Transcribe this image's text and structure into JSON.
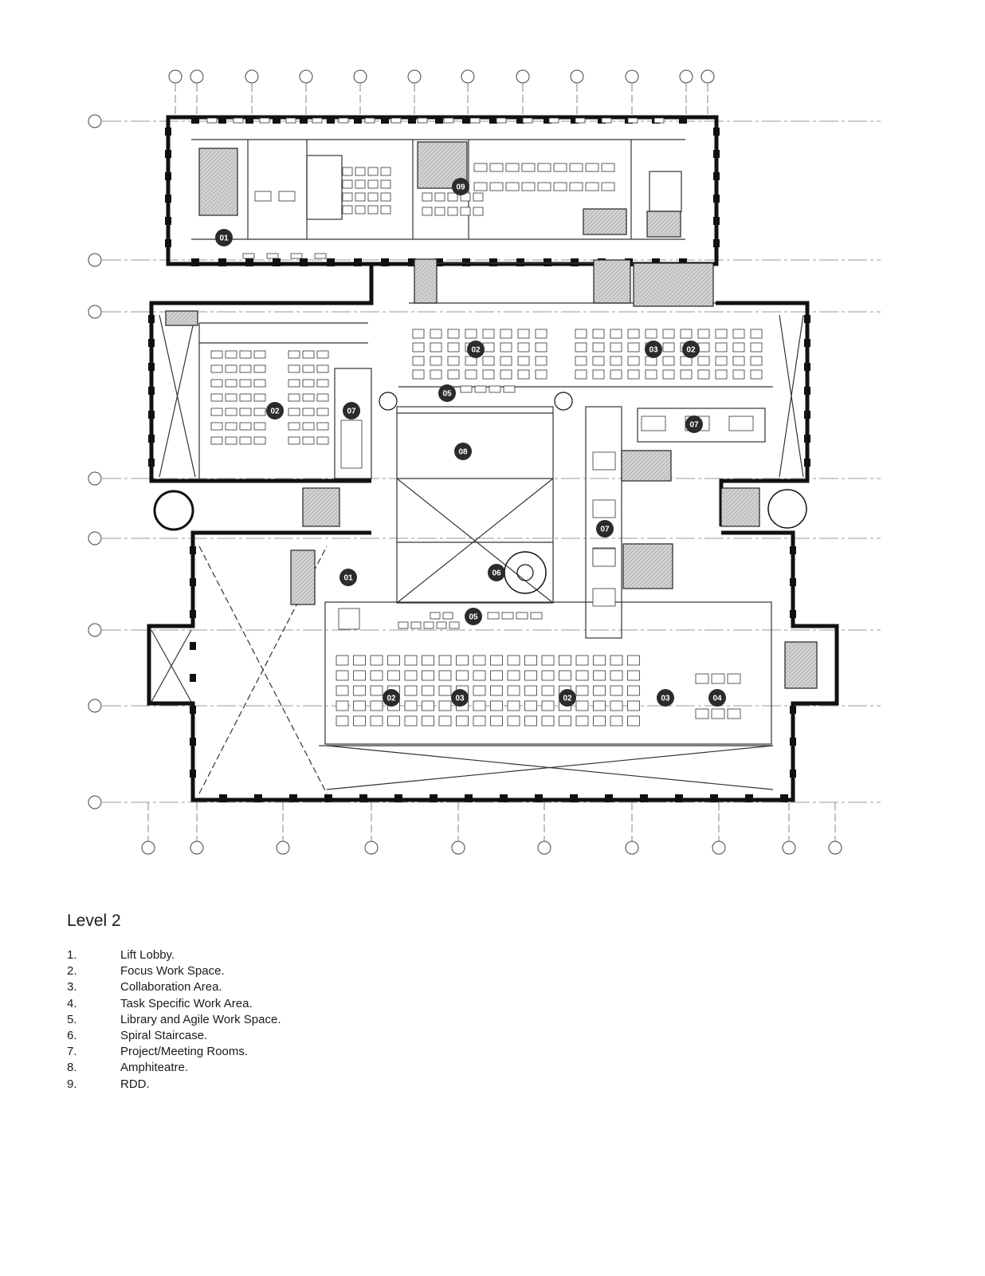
{
  "plan": {
    "tags": [
      "01",
      "02",
      "03",
      "04",
      "05",
      "06",
      "07",
      "08",
      "09"
    ]
  },
  "title": "Level 2",
  "legend": [
    {
      "num": "1.",
      "label": "Lift Lobby."
    },
    {
      "num": "2.",
      "label": "Focus Work Space."
    },
    {
      "num": "3.",
      "label": "Collaboration Area."
    },
    {
      "num": "4.",
      "label": "Task Specific Work Area."
    },
    {
      "num": "5.",
      "label": "Library and Agile Work Space."
    },
    {
      "num": "6.",
      "label": "Spiral Staircase."
    },
    {
      "num": "7.",
      "label": "Project/Meeting Rooms."
    },
    {
      "num": "8.",
      "label": "Amphiteatre."
    },
    {
      "num": "9.",
      "label": "RDD."
    }
  ],
  "colors": {
    "wall": "#111111",
    "tag": "#2b2b2b",
    "grid": "#555555",
    "hatch": "#bdbdbd",
    "line": "#333333"
  }
}
